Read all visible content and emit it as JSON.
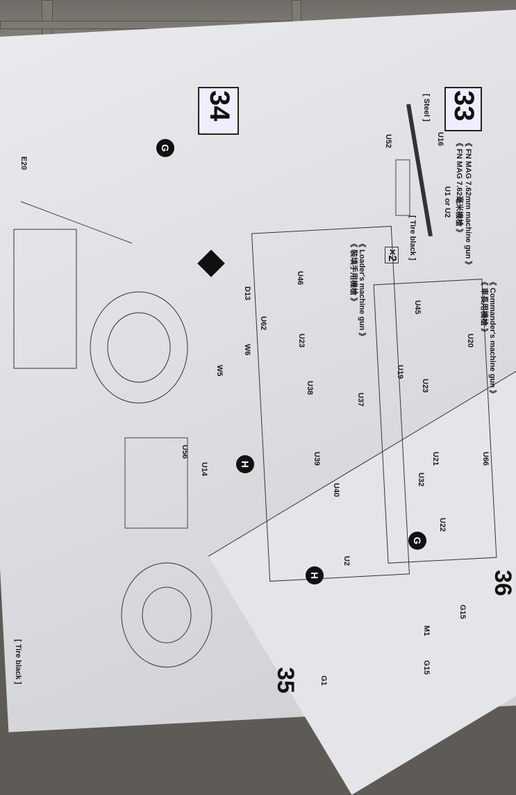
{
  "steps": {
    "s33": "33",
    "s34": "34",
    "s35": "35",
    "s36": "36"
  },
  "step33": {
    "title_en": "《 FN MAG 7.62mm machine gun 》",
    "title_cn": "《 FN MAG 7.62毫米機槍 》",
    "steel": "[ Steel ]",
    "tire_black": "[ Tire black ]",
    "qty": "×2",
    "parts": [
      "U16",
      "U52",
      "U1 or U2"
    ]
  },
  "loader": {
    "title_en": "《 Loader's machine gun 》",
    "title_cn": "《 裝填手用機槍 》",
    "parts": [
      "U46",
      "U23",
      "U38",
      "U37",
      "U39",
      "U40",
      "U2"
    ],
    "marker": "H"
  },
  "commander": {
    "title_en": "《 Commander's machine gun 》",
    "title_cn": "《 車長用機槍 》",
    "parts": [
      "U45",
      "U20",
      "U19",
      "U23",
      "U21",
      "U66",
      "U32",
      "U22"
    ],
    "marker": "G"
  },
  "step34": {
    "parts": [
      "E20",
      "D13",
      "U62",
      "W6",
      "W5",
      "U56",
      "U14"
    ],
    "markers": [
      "G",
      "H"
    ],
    "tire_black": "[ Tire black ]"
  },
  "step36": {
    "parts": [
      "G15",
      "M1",
      "G15"
    ]
  },
  "step35": {
    "parts": [
      "G1"
    ]
  }
}
